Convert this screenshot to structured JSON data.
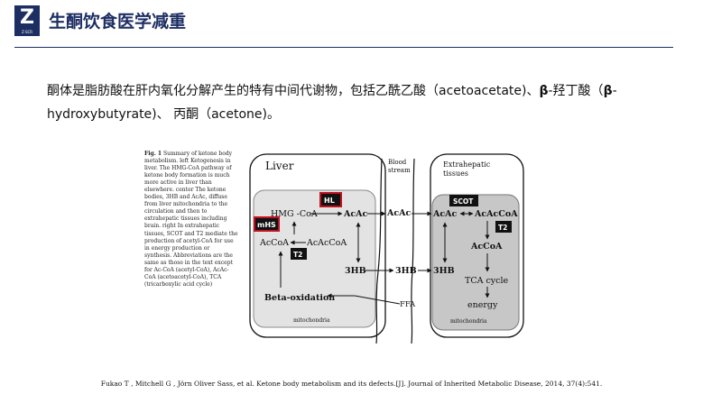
{
  "header": {
    "logo_letter": "Z",
    "logo_caption": "Z·SCR",
    "title": "生酮饮食医学减重"
  },
  "intro": {
    "part1": "酮体是脂肪酸在肝内氧化分解产生的特有中间代谢物，包括乙酰乙酸（acetoacetate)、",
    "beta1": "β",
    "part2": "-羟丁酸（",
    "beta2": "β",
    "part3": "-hydroxybutyrate)、 丙酮（acetone)。"
  },
  "figure": {
    "caption_label": "Fig. 1",
    "caption_text": " Summary of ketone body metabolism. left Ketogenesis in liver. The HMG-CoA pathway of ketone body formation is much more active in liver than elsewhere. center The ketone bodies, 3HB and AcAc, diffuse from liver mitochondria to the circulation and then to extrahepatic tissues including brain. right In extrahepatic tissues, SCOT and T2 mediate the production of acetyl-CoA for use in energy production or synthesis. Abbreviations are the same as those in the text except for Ac-CoA (acetyl-CoA), AcAc-CoA (acetoacetyl-CoA), TCA (tricarboxylic acid cycle)",
    "liver_label": "Liver",
    "blood_label_1": "Blood",
    "blood_label_2": "stream",
    "extra_label_1": "Extrahepatic",
    "extra_label_2": "tissues",
    "hmg_coa": "HMG -CoA",
    "hl": "HL",
    "mhs": "mHS",
    "acac_liver": "AcAc",
    "acac_blood": "AcAc",
    "acac_extra": "AcAc",
    "accoa_liver": "AcCoA",
    "acaccoa_liver": "AcAcCoA",
    "t2_liver": "T2",
    "hb3_liver": "3HB",
    "hb3_blood": "3HB",
    "hb3_extra": "3HB",
    "beta_ox": "Beta-oxidation",
    "mito_liver": "mitochondria",
    "ffa": "FFA",
    "scot": "SCOT",
    "acaccoa_extra": "AcAcCoA",
    "t2_extra": "T2",
    "accoa_extra": "AcCoA",
    "tca": "TCA cycle",
    "energy": "energy",
    "mito_extra": "mitochondria"
  },
  "citation": "Fukao T , Mitchell G , Jörn Oliver Sass, et al. Ketone body metabolism and its defects.[J]. Journal of Inherited Metabolic Disease, 2014, 37(4):541.",
  "colors": {
    "brand_navy": "#1d2e63",
    "enzyme_box_red": "#c0121f",
    "liver_mito_fill": "#e3e3e3",
    "extra_mito_fill": "#c7c7c7"
  }
}
